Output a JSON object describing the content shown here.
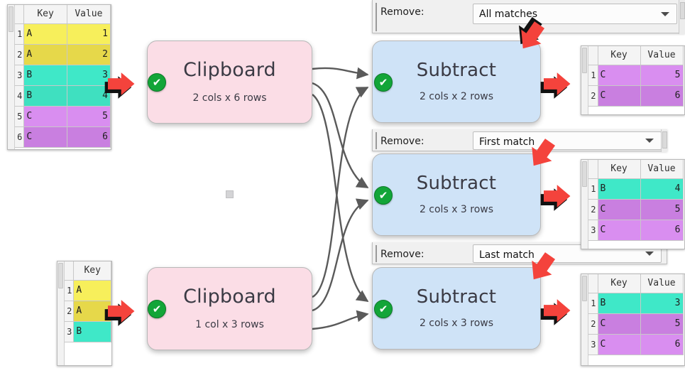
{
  "app": {
    "kind": "data-flow-graph",
    "node_colors": {
      "source": "#fbdde6",
      "operation": "#cfe3f7",
      "status_ok": "#13a538",
      "cursor_red": "#f4433c"
    }
  },
  "tables": {
    "input_top": {
      "name": "input-table-top",
      "columns": [
        "Key",
        "Value"
      ],
      "rows": [
        {
          "n": "1",
          "key": "A",
          "value": "1",
          "color": "#f7ef5b"
        },
        {
          "n": "2",
          "key": "A",
          "value": "2",
          "color": "#e6d84a"
        },
        {
          "n": "3",
          "key": "B",
          "value": "3",
          "color": "#3fe8c8"
        },
        {
          "n": "4",
          "key": "B",
          "value": "4",
          "color": "#3fe0c0"
        },
        {
          "n": "5",
          "key": "C",
          "value": "5",
          "color": "#d98ef0"
        },
        {
          "n": "6",
          "key": "C",
          "value": "6",
          "color": "#c97fe0"
        }
      ]
    },
    "input_bottom": {
      "name": "input-table-bottom",
      "columns": [
        "Key"
      ],
      "rows": [
        {
          "n": "1",
          "key": "A",
          "color": "#f7ef5b"
        },
        {
          "n": "2",
          "key": "A",
          "color": "#e6d84a"
        },
        {
          "n": "3",
          "key": "B",
          "color": "#3fe8c8"
        }
      ]
    },
    "result_top": {
      "name": "result-table-all-matches",
      "columns": [
        "Key",
        "Value"
      ],
      "rows": [
        {
          "n": "1",
          "key": "C",
          "value": "5",
          "color": "#d98ef0"
        },
        {
          "n": "2",
          "key": "C",
          "value": "6",
          "color": "#c97fe0"
        }
      ]
    },
    "result_mid": {
      "name": "result-table-first-match",
      "columns": [
        "Key",
        "Value"
      ],
      "rows": [
        {
          "n": "1",
          "key": "B",
          "value": "4",
          "color": "#3fe8c8"
        },
        {
          "n": "2",
          "key": "C",
          "value": "5",
          "color": "#c97fe0"
        },
        {
          "n": "3",
          "key": "C",
          "value": "6",
          "color": "#d98ef0"
        }
      ]
    },
    "result_bottom": {
      "name": "result-table-last-match",
      "columns": [
        "Key",
        "Value"
      ],
      "rows": [
        {
          "n": "1",
          "key": "B",
          "value": "3",
          "color": "#3fe8c8"
        },
        {
          "n": "2",
          "key": "C",
          "value": "5",
          "color": "#c97fe0"
        },
        {
          "n": "3",
          "key": "C",
          "value": "6",
          "color": "#d98ef0"
        }
      ]
    }
  },
  "nodes": {
    "clipboard_top": {
      "title": "Clipboard",
      "subtitle": "2 cols x 6 rows",
      "status": "ok"
    },
    "clipboard_bottom": {
      "title": "Clipboard",
      "subtitle": "1 col x 3 rows",
      "status": "ok"
    },
    "subtract_top": {
      "title": "Subtract",
      "subtitle": "2 cols x 2 rows",
      "status": "ok"
    },
    "subtract_mid": {
      "title": "Subtract",
      "subtitle": "2 cols x 3 rows",
      "status": "ok"
    },
    "subtract_bottom": {
      "title": "Subtract",
      "subtitle": "2 cols x 3 rows",
      "status": "ok"
    }
  },
  "panels": [
    {
      "label": "Remove:",
      "value": "All matches",
      "option_name": "remove-mode-all-matches"
    },
    {
      "label": "Remove:",
      "value": "First match",
      "option_name": "remove-mode-first-match"
    },
    {
      "label": "Remove:",
      "value": "Last match",
      "option_name": "remove-mode-last-match"
    }
  ]
}
